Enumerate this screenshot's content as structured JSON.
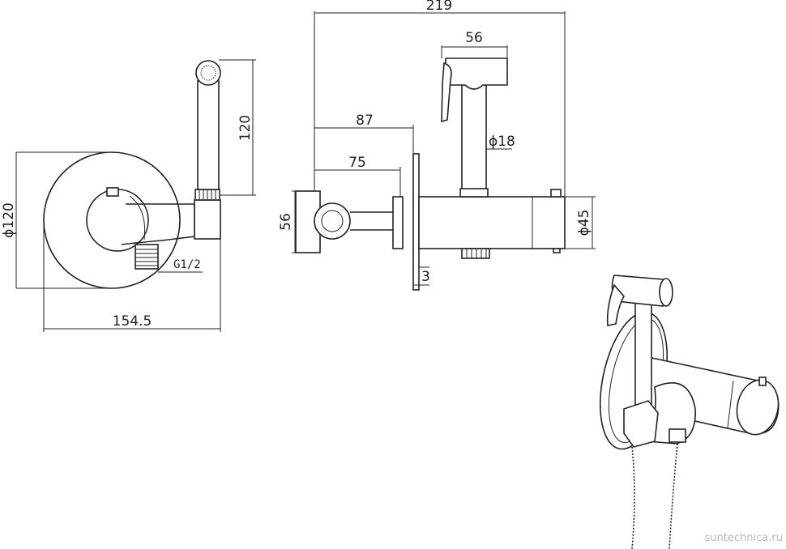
{
  "dimensions": {
    "front_diameter": "ϕ120",
    "front_width": "154.5",
    "thread": "G1/2",
    "shower_height": "120",
    "total_width": "219",
    "handle_width": "56",
    "depth_87": "87",
    "depth_75": "75",
    "side_height": "56",
    "plate_thickness": "3",
    "hose_diameter": "ϕ18",
    "body_diameter": "ϕ45"
  },
  "watermark": "suntechnica.ru"
}
